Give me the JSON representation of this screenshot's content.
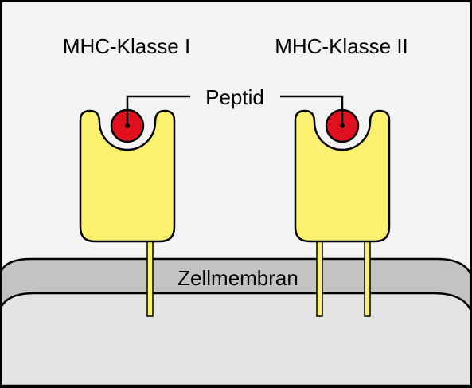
{
  "labels": {
    "mhc_class_1": "MHC-Klasse I",
    "mhc_class_2": "MHC-Klasse II",
    "peptide": "Peptid",
    "membrane": "Zellmembran"
  },
  "colors": {
    "background": "#f4f4f4",
    "membrane": "#c3c3c4",
    "cytoplasm": "#e4e4e5",
    "protein": "#fcf16f",
    "peptide": "#e0101e",
    "outline": "#000000"
  }
}
